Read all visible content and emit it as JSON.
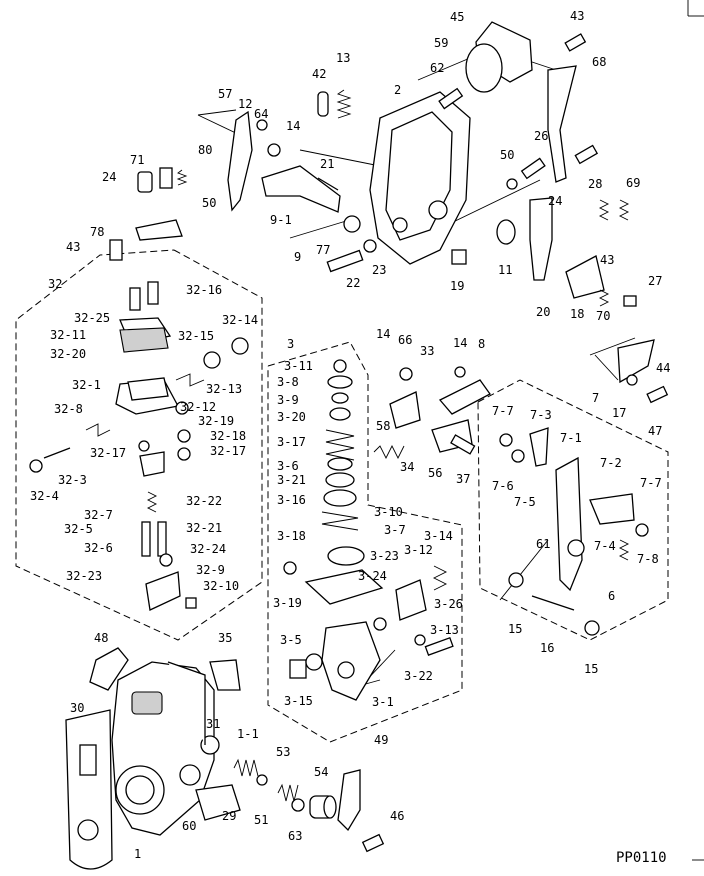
{
  "drawing_code": "PP0110",
  "labels": {
    "l1": "1",
    "l1_1": "1-1",
    "l2": "2",
    "l3": "3",
    "l3_1": "3-1",
    "l3_5": "3-5",
    "l3_6": "3-6",
    "l3_7": "3-7",
    "l3_8": "3-8",
    "l3_9": "3-9",
    "l3_10": "3-10",
    "l3_11": "3-11",
    "l3_12": "3-12",
    "l3_13": "3-13",
    "l3_14": "3-14",
    "l3_15": "3-15",
    "l3_16": "3-16",
    "l3_17": "3-17",
    "l3_18": "3-18",
    "l3_19": "3-19",
    "l3_20": "3-20",
    "l3_21": "3-21",
    "l3_22": "3-22",
    "l3_23": "3-23",
    "l3_24": "3-24",
    "l3_26": "3-26",
    "l6": "6",
    "l7": "7",
    "l7_1": "7-1",
    "l7_2": "7-2",
    "l7_3": "7-3",
    "l7_4": "7-4",
    "l7_5": "7-5",
    "l7_6": "7-6",
    "l7_7a": "7-7",
    "l7_7b": "7-7",
    "l7_8": "7-8",
    "l8": "8",
    "l9": "9",
    "l9_1": "9-1",
    "l11": "11",
    "l12": "12",
    "l13": "13",
    "l14a": "14",
    "l14b": "14",
    "l14c": "14",
    "l15a": "15",
    "l15b": "15",
    "l16": "16",
    "l17": "17",
    "l18": "18",
    "l19": "19",
    "l20": "20",
    "l21": "21",
    "l22": "22",
    "l23": "23",
    "l24a": "24",
    "l24b": "24",
    "l26": "26",
    "l27": "27",
    "l28": "28",
    "l29": "29",
    "l30": "30",
    "l31": "31",
    "l32": "32",
    "l32_1": "32-1",
    "l32_3": "32-3",
    "l32_4": "32-4",
    "l32_5": "32-5",
    "l32_6": "32-6",
    "l32_7": "32-7",
    "l32_8": "32-8",
    "l32_9": "32-9",
    "l32_10": "32-10",
    "l32_11": "32-11",
    "l32_12": "32-12",
    "l32_13": "32-13",
    "l32_14": "32-14",
    "l32_15": "32-15",
    "l32_16": "32-16",
    "l32_17a": "32-17",
    "l32_17b": "32-17",
    "l32_18": "32-18",
    "l32_19": "32-19",
    "l32_20": "32-20",
    "l32_21": "32-21",
    "l32_22": "32-22",
    "l32_23": "32-23",
    "l32_24": "32-24",
    "l32_25": "32-25",
    "l33": "33",
    "l34": "34",
    "l35": "35",
    "l37": "37",
    "l42": "42",
    "l43a": "43",
    "l43b": "43",
    "l43c": "43",
    "l44": "44",
    "l45": "45",
    "l46": "46",
    "l47": "47",
    "l48": "48",
    "l49": "49",
    "l50a": "50",
    "l50b": "50",
    "l51": "51",
    "l53": "53",
    "l54": "54",
    "l56": "56",
    "l57": "57",
    "l58": "58",
    "l59": "59",
    "l60": "60",
    "l61": "61",
    "l62": "62",
    "l63": "63",
    "l64": "64",
    "l66": "66",
    "l68": "68",
    "l69": "69",
    "l70": "70",
    "l71": "71",
    "l77": "77",
    "l78": "78",
    "l80": "80"
  }
}
